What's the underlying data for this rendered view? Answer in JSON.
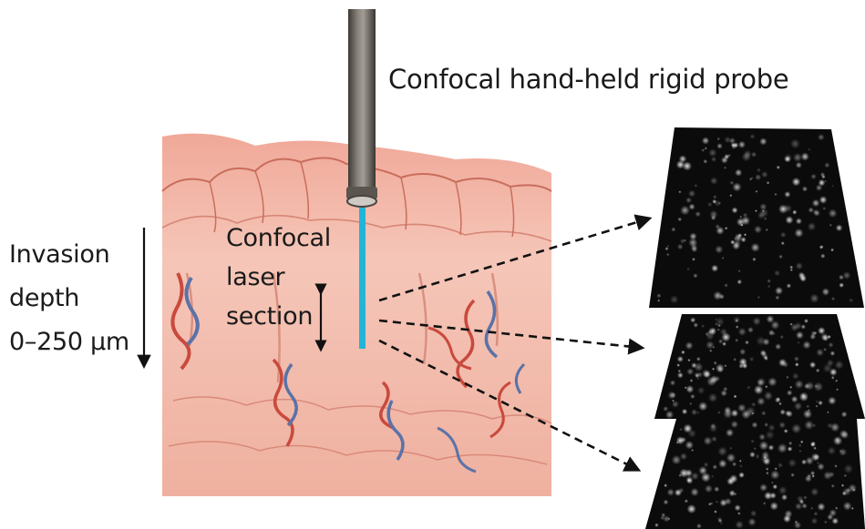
{
  "labels": {
    "probe": "Confocal hand-held rigid probe",
    "section_lines": [
      "Confocal",
      "laser",
      "section"
    ],
    "depth_lines": [
      "Invasion",
      "depth",
      "0–250 µm"
    ]
  },
  "colors": {
    "skin_base": "#f2b3a4",
    "skin_surface": "#eda493",
    "vessel_red": "#c94a3e",
    "vessel_blue": "#5b72a8",
    "laser": "#22b5d8",
    "probe_metal": "#6f6a64",
    "image_bg": "#0b0b0b"
  },
  "icons": {
    "probe": "rigid-probe-icon",
    "depth_arrow": "arrow-down-icon",
    "section_arrow": "double-arrow-vertical-icon",
    "pointer_arrows": "dashed-arrow-icon"
  }
}
